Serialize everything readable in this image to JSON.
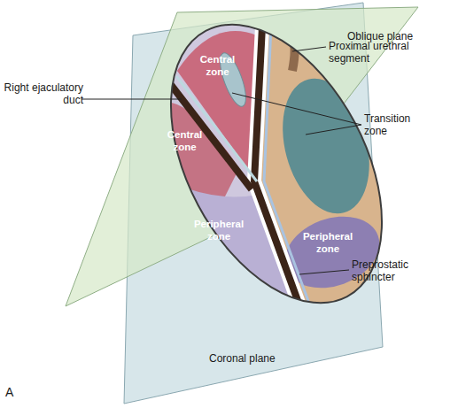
{
  "diagram": {
    "labels": [
      "Oblique plane",
      "Right ejaculatory duct",
      "Central zone",
      "Central zone",
      "Proximal urethral segment",
      "Transition zone",
      "Peripheral zone",
      "Peripheral zone",
      "Preprostatic sphincter",
      "Coronal plane",
      "A"
    ]
  }
}
